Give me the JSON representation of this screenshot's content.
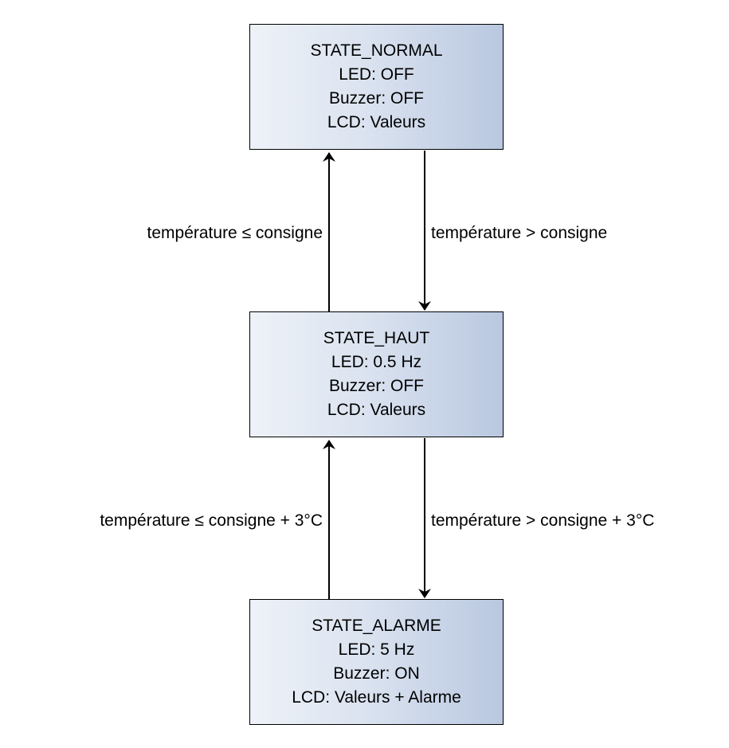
{
  "states": {
    "normal": {
      "name": "STATE_NORMAL",
      "led": "LED: OFF",
      "buzzer": "Buzzer: OFF",
      "lcd": "LCD: Valeurs"
    },
    "haut": {
      "name": "STATE_HAUT",
      "led": "LED: 0.5 Hz",
      "buzzer": "Buzzer: OFF",
      "lcd": "LCD: Valeurs"
    },
    "alarme": {
      "name": "STATE_ALARME",
      "led": "LED: 5 Hz",
      "buzzer": "Buzzer: ON",
      "lcd": "LCD: Valeurs + Alarme"
    }
  },
  "transitions": {
    "normal_to_haut": "température > consigne",
    "haut_to_normal": "température ≤ consigne",
    "haut_to_alarme": "température > consigne + 3°C",
    "alarme_to_haut": "température ≤ consigne + 3°C"
  },
  "colors": {
    "box_fill_light": "#eef2f8",
    "box_fill_dark": "#b9c8e0",
    "stroke": "#000000"
  }
}
